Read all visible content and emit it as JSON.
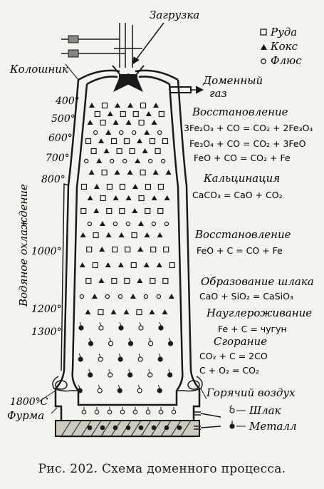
{
  "labels": {
    "loading": "Загрузка",
    "top": "Колошник",
    "gas_line1": "Доменный",
    "gas_line2": "газ",
    "water_cooling": "Водяное охлаждение",
    "tuyere": "Фурма",
    "hot_air": "Горячий воздух",
    "slag": "Шлак",
    "metal": "Металл"
  },
  "legend": {
    "ore": "Руда",
    "coke": "Кокс",
    "flux": "Флюс"
  },
  "temperatures": [
    "400°",
    "500°",
    "600°",
    "700°",
    "800°",
    "1000°",
    "1200°",
    "1300°",
    "1800°С"
  ],
  "zones": {
    "reduction1": {
      "title": "Восстановление",
      "equations": [
        "3Fe₂O₃ + CO = CO₂ + 2Fe₃O₄",
        "Fe₃O₄ + CO = CO₂ + 3FeO",
        "FeO + CO = CO₂ + Fe"
      ]
    },
    "calcination": {
      "title": "Кальцинация",
      "equations": [
        "CaCO₃ = CaO + CO₂"
      ]
    },
    "reduction2": {
      "title": "Восстановление",
      "equations": [
        "FeO + C = CO + Fe"
      ]
    },
    "slag_formation": {
      "title": "Образование шлака",
      "equations": [
        "CaO + SiO₂ = CaSiO₃"
      ]
    },
    "carburization": {
      "title": "Науглероживание",
      "equations": [
        "Fe + C = чугун"
      ]
    },
    "combustion": {
      "title": "Сгорание",
      "equations": [
        "CO₂ + C = 2CO",
        "C + O₂ = CO₂"
      ]
    }
  },
  "caption": "Рис. 202. Схема доменного процесса."
}
